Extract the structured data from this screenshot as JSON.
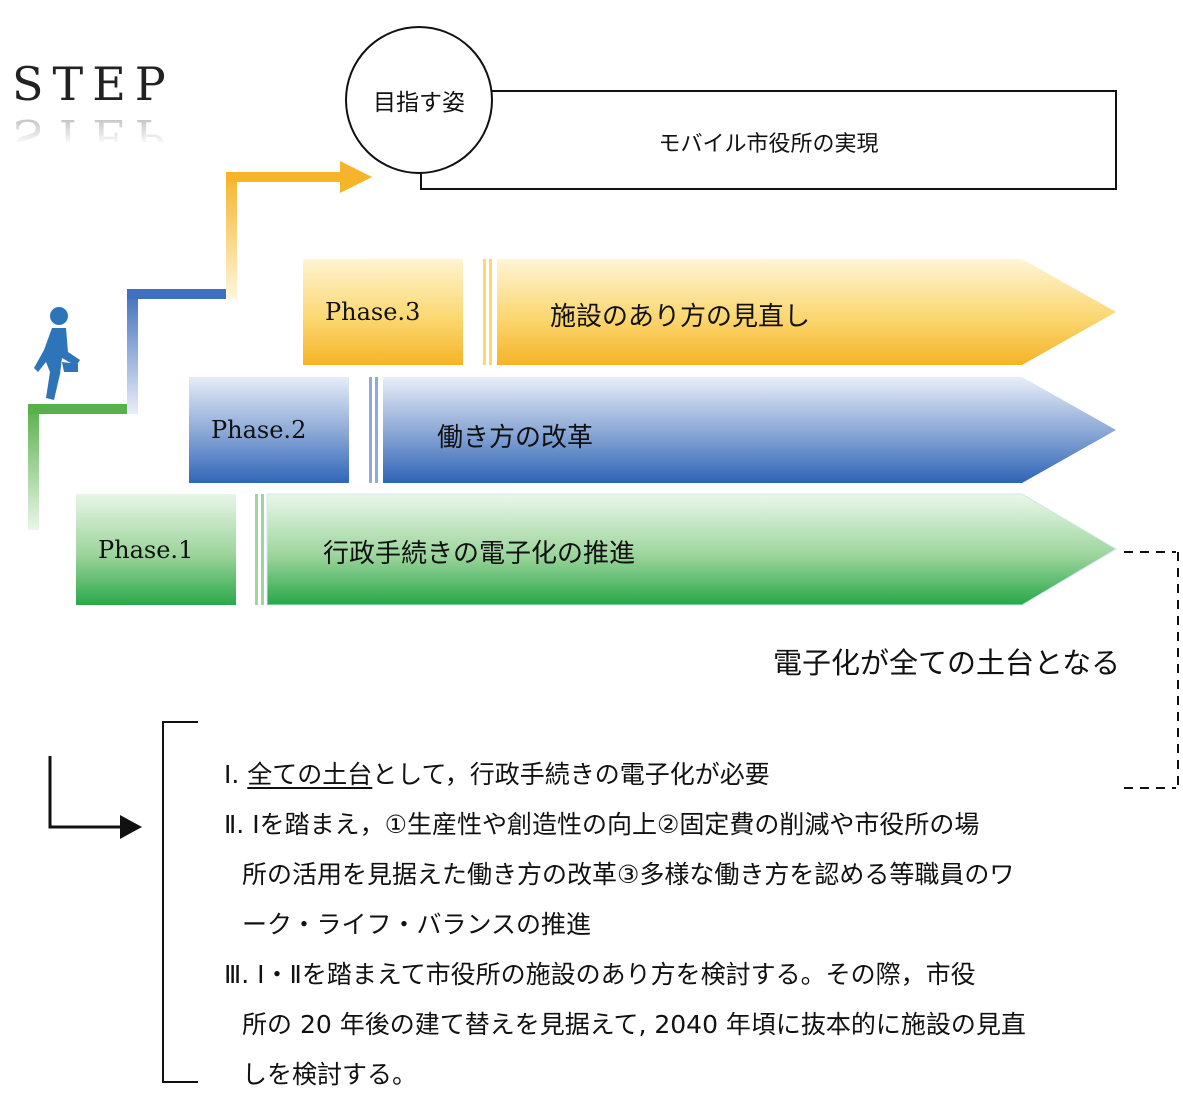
{
  "step_title": "STEP",
  "goal": {
    "circle_label": "目指す姿",
    "text": "モバイル市役所の実現"
  },
  "phases": [
    {
      "label": "Phase.3",
      "text": "施設のあり方の見直し"
    },
    {
      "label": "Phase.2",
      "text": "働き方の改革"
    },
    {
      "label": "Phase.1",
      "text": "行政手続きの電子化の推進"
    }
  ],
  "foundation_note": "電子化が全ての土台となる",
  "list": {
    "item1": {
      "num": "Ⅰ.",
      "underlined": "全ての土台",
      "rest": "として，行政手続きの電子化が必要"
    },
    "item2": {
      "num": "Ⅱ.",
      "line1": "Ⅰを踏まえ，①生産性や創造性の向上②固定費の削減や市役所の場",
      "line2": "所の活用を見据えた働き方の改革③多様な働き方を認める等職員のワ",
      "line3": "ーク・ライフ・バランスの推進"
    },
    "item3": {
      "num": "Ⅲ.",
      "line1": "Ⅰ・Ⅱを踏まえて市役所の施設のあり方を検討する。その際，市役",
      "line2": "所の 20 年後の建て替えを見据えて, 2040 年頃に抜本的に施設の見直",
      "line3": "しを検討する。"
    }
  },
  "colors": {
    "green": "#2aa84a",
    "blue": "#3066b8",
    "orange": "#f5b427"
  },
  "icons": {
    "person": "walking-person-icon"
  }
}
